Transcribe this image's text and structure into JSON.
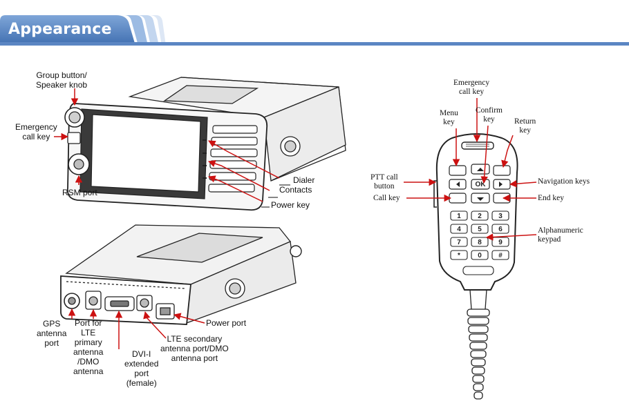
{
  "header": {
    "title": "Appearance",
    "accent": "#5b86c3"
  },
  "callouts": {
    "group_button": "Group button/\nSpeaker knob",
    "emergency_radio": "Emergency\ncall key",
    "rsm_port": "RSM port",
    "dialer": "Dialer",
    "contacts": "Contacts",
    "power_key": "Power key",
    "gps_port": "GPS\nantenna\nport",
    "lte_primary": "Port for\nLTE\nprimary\nantenna\n/DMO\nantenna",
    "dvi_port": "DVI-I\nextended\nport\n(female)",
    "lte_secondary": "LTE secondary\nantenna port/DMO\nantenna port",
    "power_port": "Power port",
    "mic_emergency": "Emergency\ncall key",
    "mic_menu": "Menu\nkey",
    "mic_confirm": "Confirm\nkey",
    "mic_return": "Return\nkey",
    "mic_ptt": "PTT call\nbutton",
    "mic_call": "Call key",
    "mic_nav": "Navigation keys",
    "mic_end": "End key",
    "mic_keypad": "Alphanumeric\nkeypad"
  },
  "keypad": {
    "ok_label": "OK",
    "keys": [
      "1",
      "2",
      "3",
      "4",
      "5",
      "6",
      "7",
      "8",
      "9",
      "*",
      "0",
      "#"
    ]
  },
  "colors": {
    "arrow": "#cc1111",
    "line": "#222222",
    "title_text": "#ffffff"
  }
}
